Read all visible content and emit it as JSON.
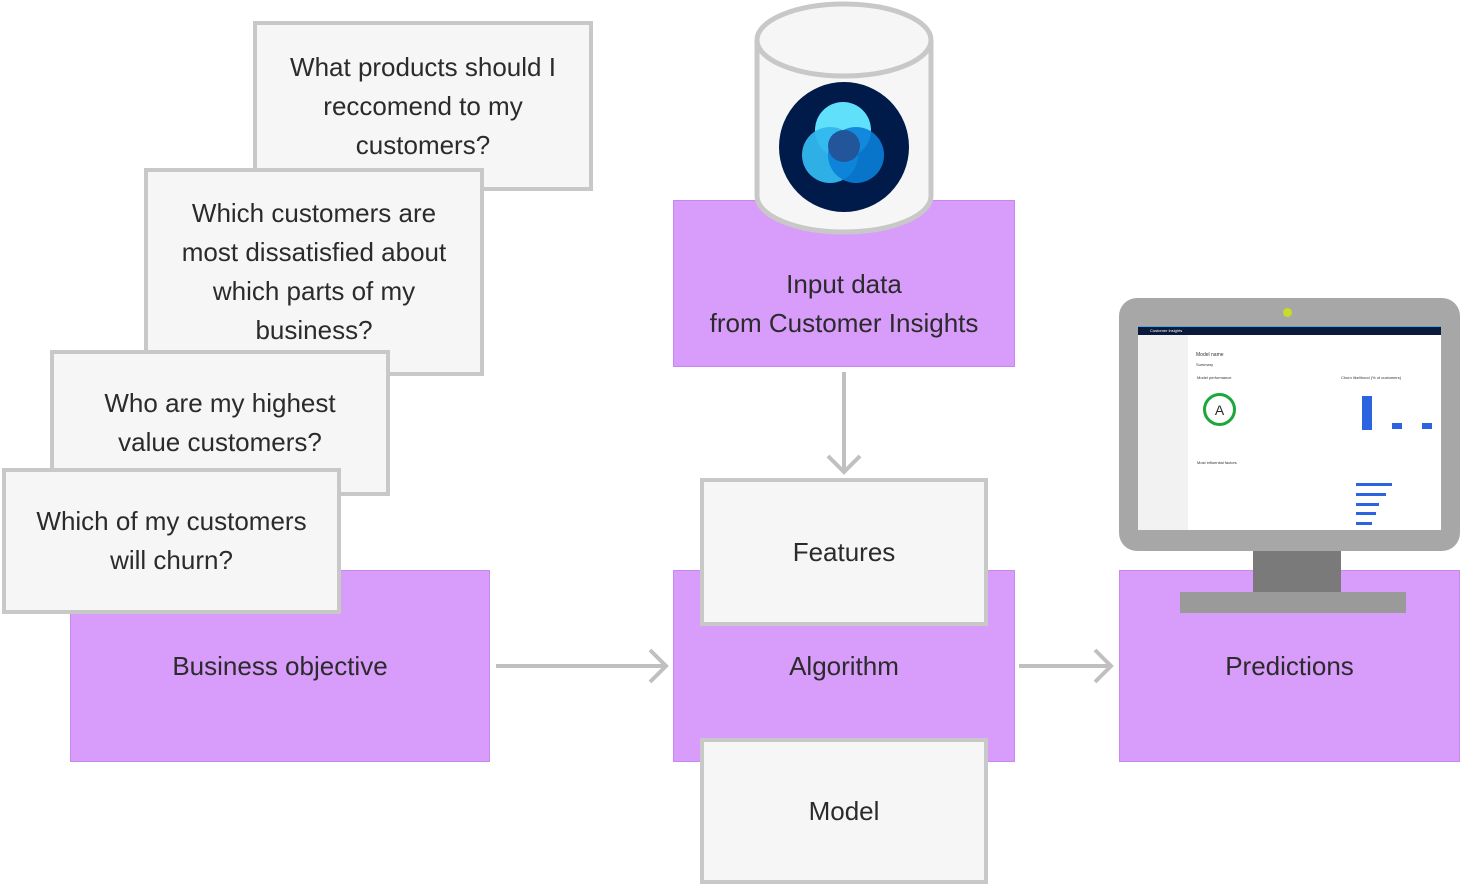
{
  "business": {
    "label": "Business objective",
    "questions": [
      "What products should I reccomend to my customers?",
      "Which customers are most dissatisfied about which parts of my business?",
      "Who are my highest value customers?",
      "Which of my customers will churn?"
    ]
  },
  "input": {
    "label_line1": "Input data",
    "label_line2": "from Customer Insights",
    "icon": "customer-insights-logo-icon"
  },
  "algorithm": {
    "label": "Algorithm",
    "features": "Features",
    "model": "Model"
  },
  "predictions": {
    "label": "Predictions",
    "screen": {
      "app_title": "Customer Insights",
      "model_name": "Model name",
      "tab_summary": "Summary",
      "performance": "Model performance",
      "grade": "A",
      "chart_title": "Churn likelihood (% of customers)",
      "factors": "Most influential factors"
    }
  },
  "colors": {
    "box": "#d89cfa",
    "card": "#f6f6f6",
    "border": "#c8c8c8",
    "logo_bg": "#001a4a"
  }
}
